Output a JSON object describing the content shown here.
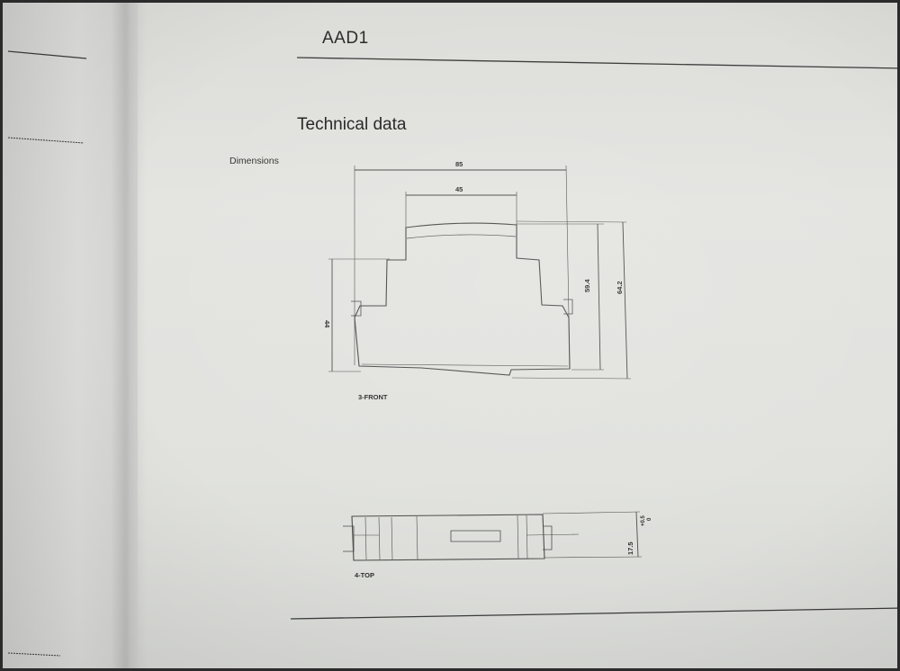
{
  "header": {
    "model": "AAD1"
  },
  "page": {
    "title": "Technical data",
    "section_label": "Dimensions"
  },
  "front_view": {
    "width_overall": "85",
    "width_top": "45",
    "height_left": "44",
    "height_inner": "59.4",
    "height_overall": "64.2",
    "caption": "3-FRONT"
  },
  "top_view": {
    "tolerance_upper": "+0.5",
    "tolerance_lower": "0",
    "width": "17.5",
    "caption": "4-TOP"
  },
  "colors": {
    "paper": "#e2e2df",
    "ink": "#2c2c2c"
  }
}
